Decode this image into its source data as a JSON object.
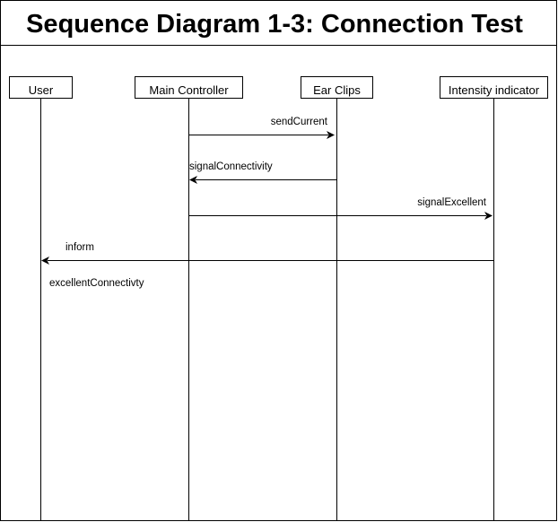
{
  "title": "Sequence Diagram 1-3: Connection Test",
  "participants": [
    {
      "id": "user",
      "label": "User"
    },
    {
      "id": "main",
      "label": "Main Controller"
    },
    {
      "id": "ear",
      "label": "Ear Clips"
    },
    {
      "id": "intensity",
      "label": "Intensity indicator"
    }
  ],
  "messages": [
    {
      "label": "sendCurrent",
      "from": "main",
      "to": "ear"
    },
    {
      "label": "signalConnectivity",
      "from": "ear",
      "to": "main"
    },
    {
      "label": "signalExcellent",
      "from": "main",
      "to": "intensity"
    },
    {
      "label": "inform",
      "from": "intensity",
      "to": "user"
    }
  ],
  "note": "excellentConnectivty"
}
